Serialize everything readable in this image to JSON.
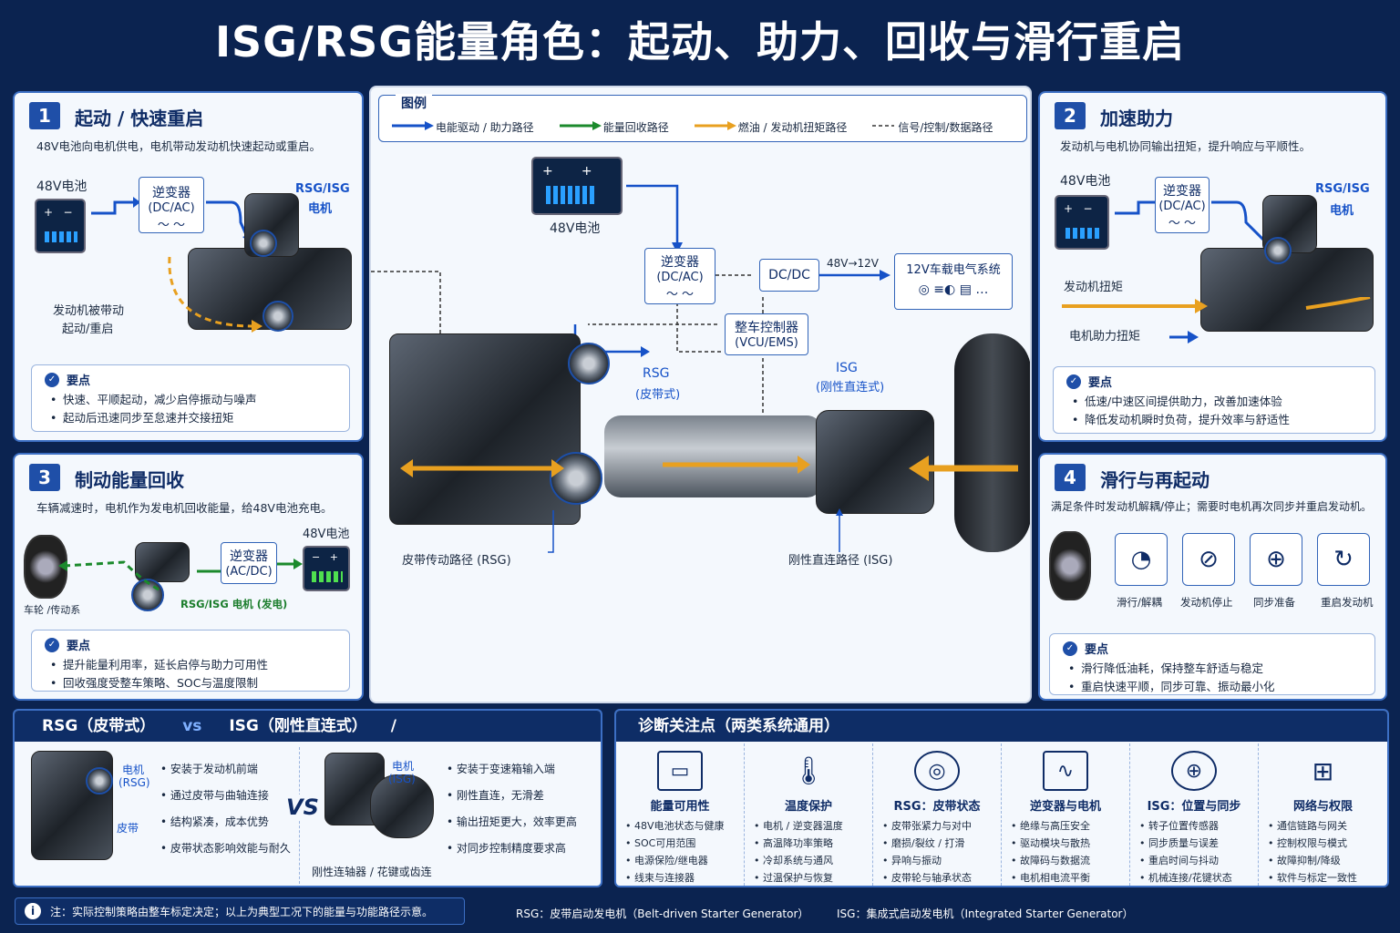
{
  "title": "ISG/RSG能量角色：起动、助力、回收与滑行重启",
  "legend": {
    "heading": "图例",
    "items": [
      {
        "label": "电能驱动 / 助力路径",
        "color": "#1652c8"
      },
      {
        "label": "能量回收路径",
        "color": "#1b8a2c"
      },
      {
        "label": "燃油 / 发动机扭矩路径",
        "color": "#e8a020"
      },
      {
        "label": "信号/控制/数据路径",
        "color": "#333333"
      }
    ]
  },
  "p1": {
    "num": "1",
    "title": "起动 / 快速重启",
    "desc": "48V电池向电机供电，电机带动发动机快速起动或重启。",
    "battery": "48V电池",
    "inverter": "逆变器",
    "inverter_sub": "(DC/AC)",
    "wave": "〜 〜",
    "motor": "RSG/ISG",
    "motor2": "电机",
    "engine_note": "发动机被带动",
    "engine_note2": "起动/重启",
    "kp_head": "要点",
    "kp": [
      "快速、平顺起动，减少启停振动与噪声",
      "起动后迅速同步至怠速并交接扭矩"
    ]
  },
  "p2": {
    "num": "2",
    "title": "加速助力",
    "desc": "发动机与电机协同输出扭矩，提升响应与平顺性。",
    "battery": "48V电池",
    "inverter": "逆变器",
    "inverter_sub": "(DC/AC)",
    "wave": "〜 〜",
    "motor": "RSG/ISG",
    "motor2": "电机",
    "engine_torque": "发动机扭矩",
    "motor_torque": "电机助力扭矩",
    "kp_head": "要点",
    "kp": [
      "低速/中速区间提供助力，改善加速体验",
      "降低发动机瞬时负荷，提升效率与舒适性"
    ]
  },
  "p3": {
    "num": "3",
    "title": "制动能量回收",
    "desc": "车辆减速时，电机作为发电机回收能量，给48V电池充电。",
    "inverter": "逆变器",
    "inverter_sub": "(AC/DC)",
    "battery": "48V电池",
    "wheel": "车轮 /传动系",
    "gen": "RSG/ISG 电机 (发电)",
    "kp_head": "要点",
    "kp": [
      "提升能量利用率，延长启停与助力可用性",
      "回收强度受整车策略、SOC与温度限制"
    ]
  },
  "p4": {
    "num": "4",
    "title": "滑行与再起动",
    "desc": "满足条件时发动机解耦/停止；需要时电机再次同步并重启发动机。",
    "steps": [
      "滑行/解耦",
      "发动机停止",
      "同步准备",
      "重启发动机"
    ],
    "kp_head": "要点",
    "kp": [
      "滑行降低油耗，保持整车舒适与稳定",
      "重启快速平顺，同步可靠、振动最小化"
    ]
  },
  "center": {
    "battery": "48V电池",
    "inverter": "逆变器",
    "inverter_sub": "(DC/AC)",
    "wave": "〜 〜",
    "dcdc": "DC/DC",
    "conv": "48V→12V",
    "sys12": "12V车载电气系统",
    "sys12_icons": "◎ ≡◐ ▤ …",
    "vcu": "整车控制器",
    "vcu_sub": "(VCU/EMS)",
    "rsg": "RSG",
    "rsg_sub": "(皮带式)",
    "isg": "ISG",
    "isg_sub": "(刚性直连式)",
    "belt_path": "皮带传动路径 (RSG)",
    "rigid_path": "刚性直连路径 (ISG)"
  },
  "compare": {
    "rsg": "RSG（皮带式）",
    "vs": "vs",
    "isg": "ISG（刚性直连式）",
    "slash": "/",
    "rsg_motor": "电机",
    "rsg_motor2": "(RSG)",
    "rsg_belt": "皮带",
    "rsg_points": [
      "安装于发动机前端",
      "通过皮带与曲轴连接",
      "结构紧凑，成本优势",
      "皮带状态影响效能与耐久"
    ],
    "vs_big": "VS",
    "isg_motor": "电机",
    "isg_motor2": "(ISG)",
    "isg_shaft": "刚性连轴器 / 花键或齿连",
    "isg_points": [
      "安装于变速箱输入端",
      "刚性直连，无滑差",
      "输出扭矩更大，效率更高",
      "对同步控制精度要求高"
    ]
  },
  "diag": {
    "heading": "诊断关注点（两类系统通用）",
    "cols": [
      {
        "icon": "battery-icon",
        "title": "能量可用性",
        "items": [
          "48V电池状态与健康",
          "SOC可用范围",
          "电源保险/继电器",
          "线束与连接器"
        ]
      },
      {
        "icon": "thermometer-icon",
        "title": "温度保护",
        "items": [
          "电机 / 逆变器温度",
          "高温降功率策略",
          "冷却系统与通风",
          "过温保护与恢复"
        ]
      },
      {
        "icon": "belt-icon",
        "title": "RSG：皮带状态",
        "items": [
          "皮带张紧力与对中",
          "磨损/裂纹 / 打滑",
          "异响与振动",
          "皮带轮与轴承状态"
        ]
      },
      {
        "icon": "inverter-icon",
        "title": "逆变器与电机",
        "items": [
          "绝缘与高压安全",
          "驱动模块与散热",
          "故障码与数据流",
          "电机相电流平衡"
        ]
      },
      {
        "icon": "target-icon",
        "title": "ISG：位置与同步",
        "items": [
          "转子位置传感器",
          "同步质量与误差",
          "重启时间与抖动",
          "机械连接/花键状态"
        ]
      },
      {
        "icon": "network-icon",
        "title": "网络与权限",
        "items": [
          "通信链路与网关",
          "控制权限与模式",
          "故障抑制/降级",
          "软件与标定一致性"
        ]
      }
    ]
  },
  "footer": {
    "note": "注：实际控制策略由整车标定决定；以上为典型工况下的能量与功能路径示意。",
    "rsg_def": "RSG：皮带启动发电机（Belt-driven Starter Generator）",
    "isg_def": "ISG：集成式启动发电机（Integrated Starter Generator）"
  }
}
